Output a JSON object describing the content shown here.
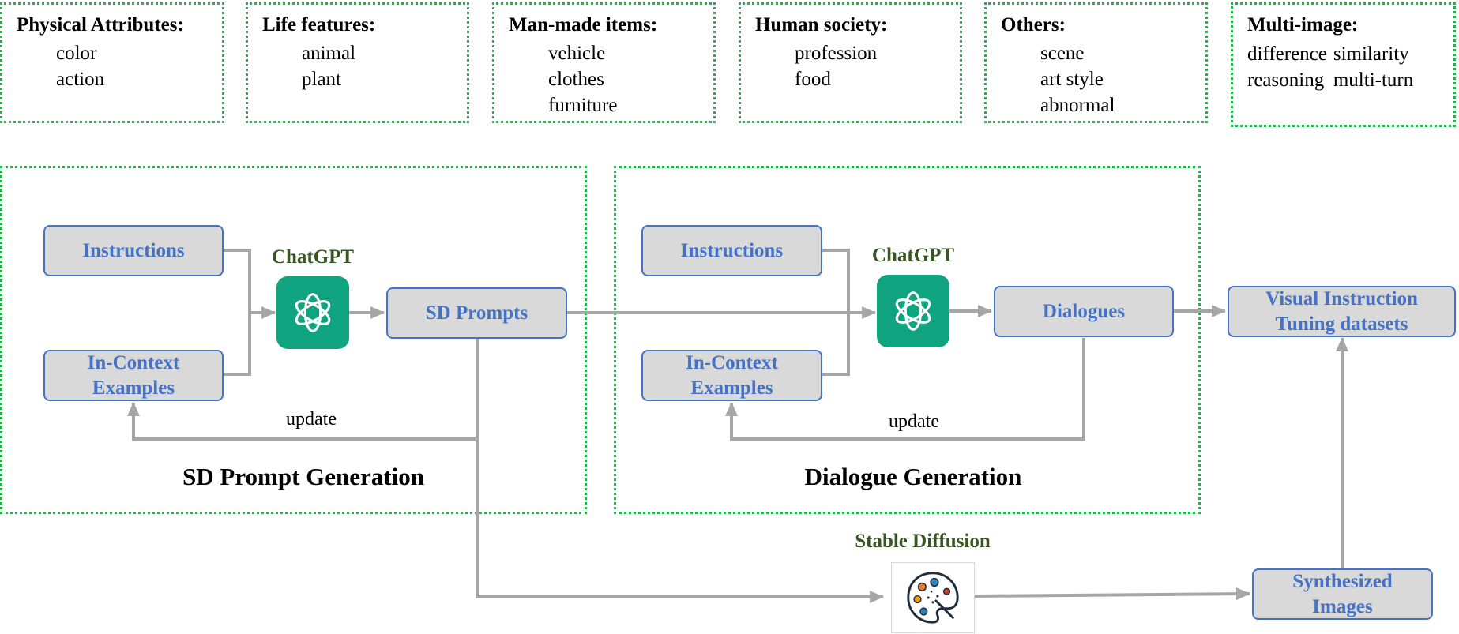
{
  "categories": [
    {
      "title": "Physical Attributes:",
      "items": [
        "color",
        "action"
      ]
    },
    {
      "title": "Life features:",
      "items": [
        "animal",
        "plant"
      ]
    },
    {
      "title": "Man-made items:",
      "items": [
        "vehicle",
        "clothes",
        "furniture"
      ]
    },
    {
      "title": "Human society:",
      "items": [
        "profession",
        "food"
      ]
    },
    {
      "title": "Others:",
      "items": [
        "scene",
        "art style",
        "abnormal"
      ]
    },
    {
      "title": "Multi-image:",
      "items": [
        "difference",
        "similarity",
        "reasoning",
        "multi-turn"
      ]
    }
  ],
  "sd_section": {
    "title": "SD Prompt Generation",
    "instructions": "Instructions",
    "icl_line1": "In-Context",
    "icl_line2": "Examples",
    "chatgpt": "ChatGPT",
    "output": "SD Prompts",
    "update": "update"
  },
  "dialogue_section": {
    "title": "Dialogue Generation",
    "instructions": "Instructions",
    "icl_line1": "In-Context",
    "icl_line2": "Examples",
    "chatgpt": "ChatGPT",
    "output": "Dialogues",
    "update": "update"
  },
  "stable_diffusion": "Stable Diffusion",
  "synthesized_line1": "Synthesized",
  "synthesized_line2": "Images",
  "datasets_line1": "Visual Instruction",
  "datasets_line2": "Tuning datasets",
  "colors": {
    "node_fill": "#d9d9d9",
    "node_border_and_text": "#4472c4",
    "dotted_border": "#22b14c",
    "chatgpt_bg": "#10a37f",
    "label_green": "#375623",
    "arrow": "#a6a6a6"
  },
  "icons": {
    "chatgpt": "openai-logo-icon",
    "stable_diffusion": "paint-palette-icon"
  }
}
